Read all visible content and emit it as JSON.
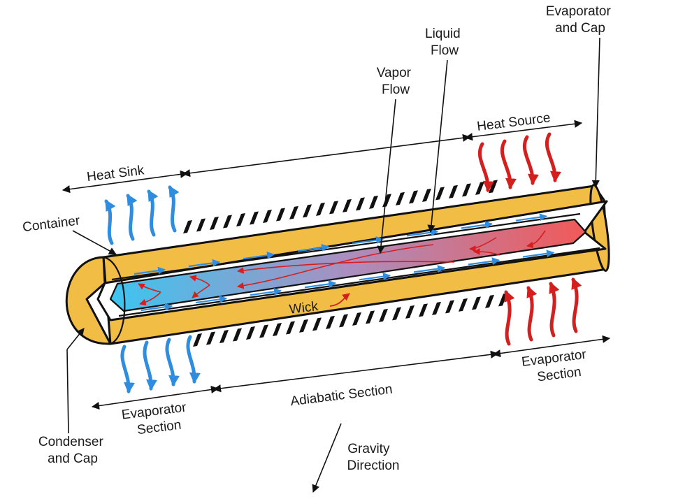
{
  "labels": {
    "evaporator_cap_top": [
      "Evaporator",
      "and Cap"
    ],
    "liquid_flow": [
      "Liquid",
      "Flow"
    ],
    "vapor_flow": [
      "Vapor",
      "Flow"
    ],
    "heat_source": "Heat Source",
    "heat_sink": "Heat Sink",
    "container": "Container",
    "wick": "Wick",
    "evaporator_section_right": [
      "Evaporator",
      "Section"
    ],
    "adiabatic_section": "Adiabatic Section",
    "evaporator_section_left": [
      "Evaporator",
      "Section"
    ],
    "condenser_cap": [
      "Condenser",
      "and Cap"
    ],
    "gravity_direction": [
      "Gravity",
      "Direction"
    ]
  },
  "colors": {
    "container_fill": "#f2bd45",
    "outline": "#111111",
    "cold_fluid": "#3ec4f0",
    "hot_fluid": "#f05a5a",
    "cold_arrow": "#2f8de0",
    "hot_arrow": "#d41f1f",
    "insulation": "#111111"
  }
}
